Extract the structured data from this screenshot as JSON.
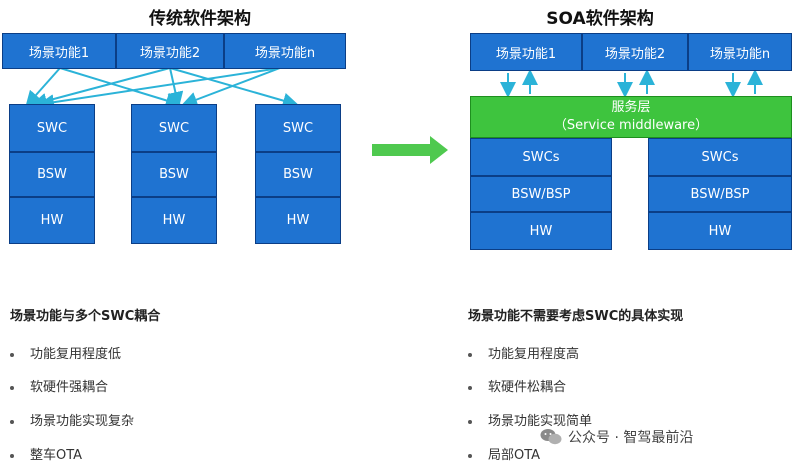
{
  "left": {
    "title": "传统软件架构",
    "scenes": [
      "场景功能1",
      "场景功能2",
      "场景功能n"
    ],
    "stack": [
      "SWC",
      "BSW",
      "HW"
    ],
    "heading": "场景功能与多个SWC耦合",
    "bullets": [
      "功能复用程度低",
      "软硬件强耦合",
      "场景功能实现复杂",
      "整车OTA"
    ]
  },
  "right": {
    "title": "SOA软件架构",
    "scenes": [
      "场景功能1",
      "场景功能2",
      "场景功能n"
    ],
    "middleware": {
      "line1": "服务层",
      "line2": "（Service middleware）"
    },
    "stack": [
      "SWCs",
      "BSW/BSP",
      "HW"
    ],
    "heading": "场景功能不需要考虑SWC的具体实现",
    "bullets": [
      "功能复用程度高",
      "软硬件松耦合",
      "场景功能实现简单",
      "局部OTA"
    ]
  },
  "watermark": "公众号 · 智驾最前沿",
  "colors": {
    "box": "#1f73d1",
    "middleware": "#3ec43e",
    "arrow": "#4fc94f",
    "connector": "#2bb3d8"
  }
}
